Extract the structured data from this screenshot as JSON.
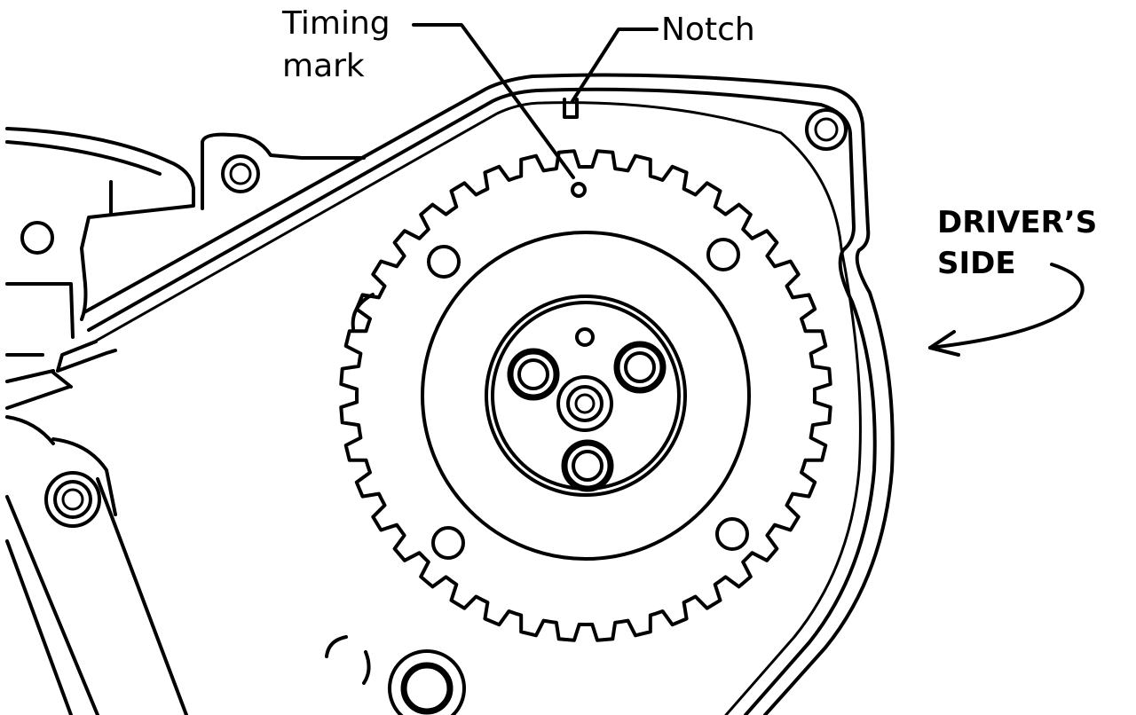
{
  "labels": {
    "timing_mark_line1": "Timing",
    "timing_mark_line2": "mark",
    "notch": "Notch",
    "drivers_side_line1": "DRIVER’S",
    "drivers_side_line2": "SIDE"
  },
  "sprocket": {
    "tooth_count": 40
  }
}
